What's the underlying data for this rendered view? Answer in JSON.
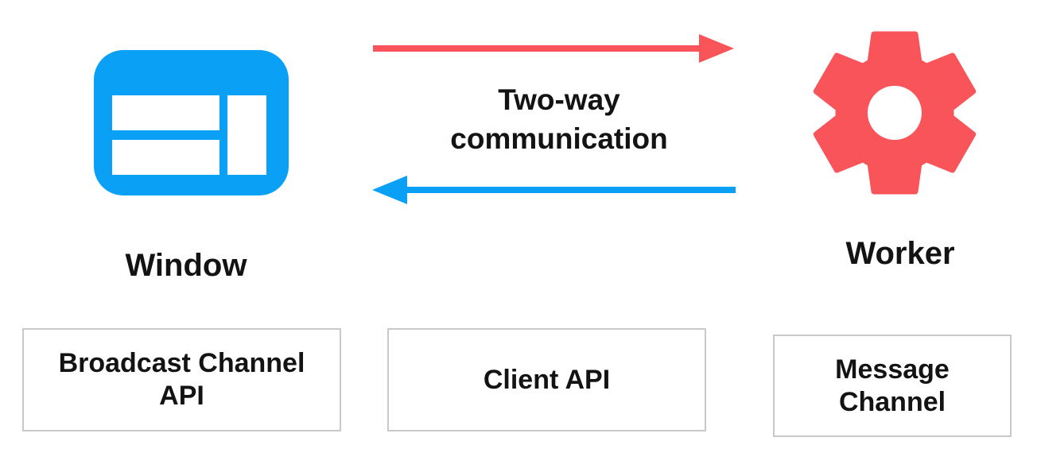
{
  "colors": {
    "blue": "#0AA0F5",
    "red": "#F95459",
    "text": "#131313",
    "box_border": "#c9c9c9",
    "background": "#ffffff"
  },
  "nodes": {
    "window": {
      "label": "Window",
      "icon": "browser-window-icon",
      "color": "#0AA0F5"
    },
    "worker": {
      "label": "Worker",
      "icon": "gear-icon",
      "color": "#F95459"
    }
  },
  "arrows": {
    "top": {
      "direction": "right",
      "color": "#F95459",
      "from": "Window",
      "to": "Worker"
    },
    "bottom": {
      "direction": "left",
      "color": "#0AA0F5",
      "from": "Worker",
      "to": "Window"
    }
  },
  "center_label": {
    "text": "Two-way communication"
  },
  "api_boxes": [
    {
      "label": "Broadcast Channel API"
    },
    {
      "label": "Client API"
    },
    {
      "label": "Message Channel"
    }
  ]
}
